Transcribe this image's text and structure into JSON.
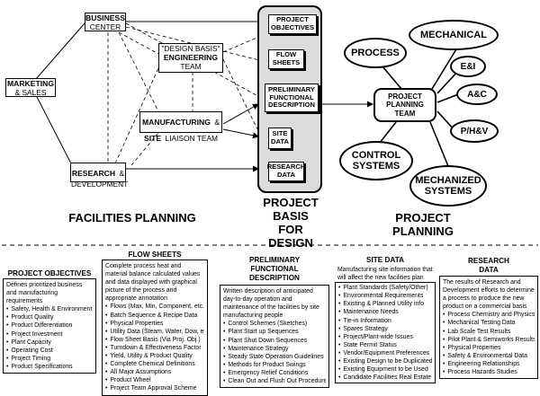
{
  "left": {
    "marketing": {
      "k": "MARKETING",
      "s": "& SALES"
    },
    "business": {
      "k": "BUSINESS",
      "s": "CENTER"
    },
    "engineering": {
      "s": "\"DESIGN BASIS\"",
      "k": "ENGINEERING",
      "s2": "TEAM"
    },
    "manufacturing": {
      "k1": "MANUFACTURING",
      "amp": "&",
      "k2": "SITE",
      "s": "LIAISON TEAM"
    },
    "research": {
      "k": "RESEARCH",
      "amp": "&",
      "s": "DEVELOPMENT"
    },
    "label": "FACILITIES PLANNING"
  },
  "middle": {
    "items": [
      "PROJECT OBJECTIVES",
      "FLOW SHEETS",
      "PRELIMINARY FUNCTIONAL DESCRIPTION",
      "SITE DATA",
      "RESEARCH DATA"
    ],
    "label": "PROJECT BASIS FOR DESIGN"
  },
  "right": {
    "center": "PROJECT PLANNING TEAM",
    "process": "PROCESS",
    "mechanical": "MECHANICAL",
    "ei": "E&I",
    "ac": "A&C",
    "phv": "P/H&V",
    "control": "CONTROL SYSTEMS",
    "mechanized": "MECHANIZED SYSTEMS",
    "label": "PROJECT PLANNING"
  },
  "columns": {
    "objectives": {
      "title": "PROJECT OBJECTIVES",
      "desc": "Defines prioritized business and manufacturing requirements",
      "items": [
        "Safety, Health & Environment",
        "Product Quality",
        "Product Differentiation",
        "Project Investment",
        "Plant Capacity",
        "Operating Cost",
        "Project Timing",
        "Product Specifications"
      ]
    },
    "flowsheets": {
      "title": "FLOW SHEETS",
      "desc": "Complete process heat and material balance calculated values and data displayed with graphical picture of the process and appropriate annotation",
      "items": [
        "Flows (Max, Min, Component, etc.)",
        "Batch Sequence & Recipe Data",
        "Physical Properties",
        "Utility Data (Steam, Water, Dow, etc.)",
        "Flow Sheet Basis (Via Proj. Obj.)",
        "Turndown & Effectiveness Factor",
        "Yield, Utility & Product Quality",
        "Complete Chemical Definitions",
        "All Major Assumptions",
        "Product Wheel",
        "Project Team Approval Scheme"
      ]
    },
    "functional": {
      "title": "PRELIMINARY FUNCTIONAL DESCRIPTION",
      "desc": "Written description of anticipated day-to-day operation and maintenance of the facilities by site manufacturing people",
      "items": [
        "Control Schemes (Sketches)",
        "Plant Start up Sequences",
        "Plant Shut Down Sequences",
        "Maintenance Strategy",
        "Steady State Operation Guidelines",
        "Methods for Product Swings",
        "Emergency Relief Conditions",
        "Clean Out and Flush Out Procedures"
      ]
    },
    "site": {
      "title": "SITE DATA",
      "desc": "Manufacturing site information that will affect the new facilities plan",
      "items": [
        "Plant Standards (Safety/Other)",
        "Environmental Requirements",
        "Existing & Planned Utility info",
        "Maintenance Needs",
        "Tie-in Information",
        "Spares Strategy",
        "Project/Plant-wide Issues",
        "State Permit Status",
        "Vendor/Equipment Preferences",
        "Existing Design to be Duplicated",
        "Existing Equipment to be Used",
        "Candidate Facilities Real Estate"
      ]
    },
    "research": {
      "title": "RESEARCH DATA",
      "desc": "The results of Research and Development efforts to determine a process to produce the new product on a commercial basis",
      "items": [
        "Process Chemistry and Physics",
        "Mechanical Testing Data",
        "Lab Scale Test Results",
        "Pilot Plant & Semiworks Results",
        "Physical Properties",
        "Safety & Environmental Data",
        "Engineering Relationships",
        "Process Hazards Studies"
      ]
    }
  }
}
